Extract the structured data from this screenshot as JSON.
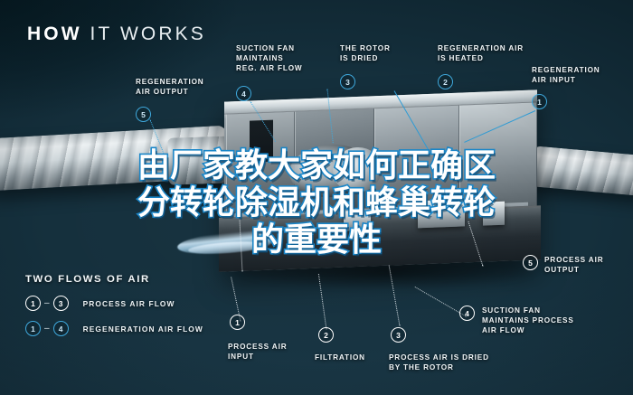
{
  "page": {
    "title": "HOW IT WORKS",
    "title_bold_part": "HOW",
    "title_light_part": " IT WORKS",
    "background_color": "#15303d",
    "accent_blue": "#3fa9dd",
    "label_color": "#eff4f6"
  },
  "overlay_text": {
    "line1": "由厂家教大家如何正确区",
    "line2": "分转轮除湿机和蜂巢转轮",
    "line3": "的重要性",
    "fill_color": "#ffffff",
    "stroke_color": "#1b86c8"
  },
  "callouts": [
    {
      "id": "regeneration-air-output",
      "number": "5",
      "marker_color": "blue",
      "label": "REGENERATION\nAIR OUTPUT"
    },
    {
      "id": "suction-fan-reg",
      "number": "4",
      "marker_color": "blue",
      "label": "SUCTION FAN\nMAINTAINS\nREG. AIR FLOW"
    },
    {
      "id": "rotor-is-dried",
      "number": "3",
      "marker_color": "blue",
      "label": "THE ROTOR\nIS DRIED"
    },
    {
      "id": "regeneration-air-heated",
      "number": "2",
      "marker_color": "blue",
      "label": "REGENERATION AIR\nIS HEATED"
    },
    {
      "id": "regeneration-air-input",
      "number": "1",
      "marker_color": "blue",
      "label": "REGENERATION\nAIR INPUT"
    },
    {
      "id": "process-air-output",
      "number": "5",
      "marker_color": "white",
      "label": "PROCESS AIR\nOUTPUT"
    },
    {
      "id": "suction-fan-process",
      "number": "4",
      "marker_color": "white",
      "label": "SUCTION FAN\nMAINTAINS PROCESS\nAIR FLOW"
    },
    {
      "id": "process-air-input",
      "number": "1",
      "marker_color": "white",
      "label": "PROCESS AIR\nINPUT"
    },
    {
      "id": "filtration",
      "number": "2",
      "marker_color": "white",
      "label": "FILTRATION"
    },
    {
      "id": "process-air-dried",
      "number": "3",
      "marker_color": "white",
      "label": "PROCESS AIR IS DRIED\nBY THE ROTOR"
    }
  ],
  "legend": {
    "title": "TWO FLOWS OF AIR",
    "rows": [
      {
        "from": "1",
        "to": "3",
        "dash": "–",
        "marker_color": "white",
        "label": "PROCESS AIR FLOW"
      },
      {
        "from": "1",
        "to": "4",
        "dash": "–",
        "marker_color": "blue",
        "label": "REGENERATION AIR FLOW"
      }
    ]
  }
}
